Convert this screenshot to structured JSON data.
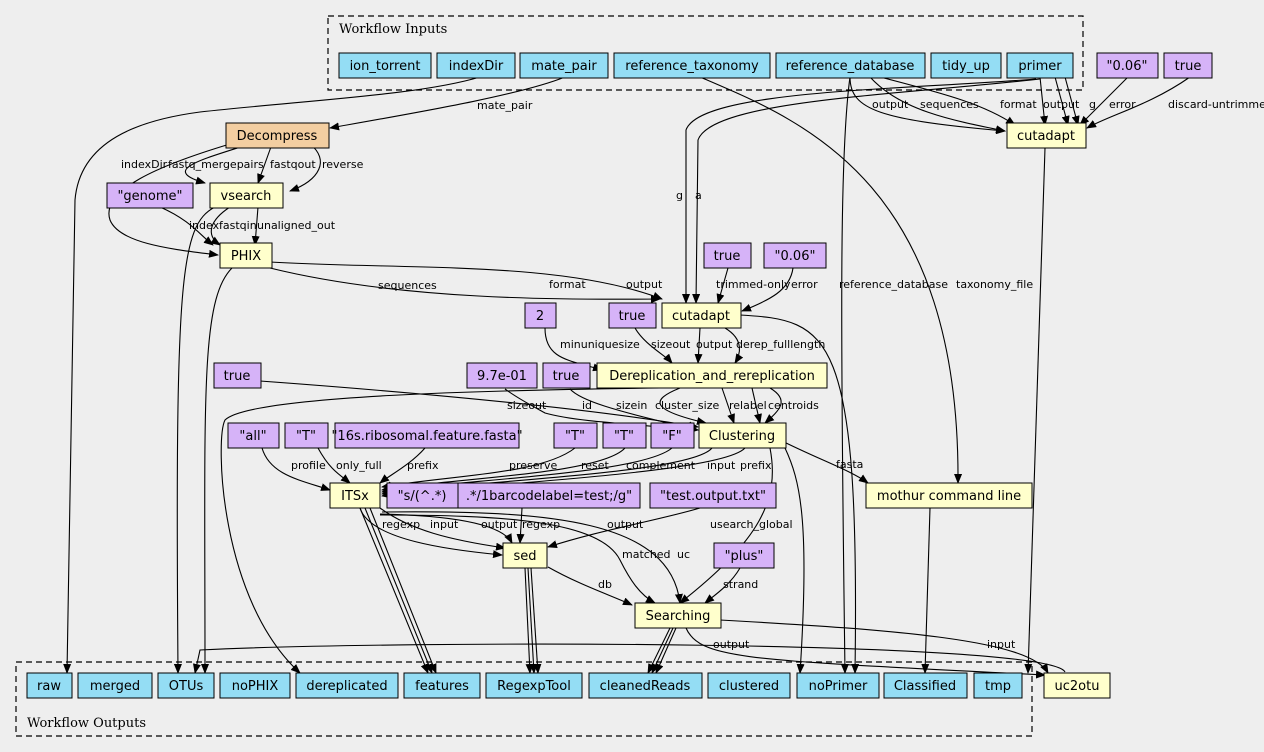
{
  "clusters": {
    "inputs_label": "Workflow Inputs",
    "outputs_label": "Workflow Outputs"
  },
  "colors": {
    "background": "#eeeeee",
    "input": "#94ddf4",
    "output": "#94ddf4",
    "step": "#ffffcc",
    "param": "#d6b3f8",
    "decompress": "#f3cea1"
  },
  "nodes": {
    "ion_torrent": "ion_torrent",
    "indexDir": "indexDir",
    "mate_pair": "mate_pair",
    "reference_taxonomy": "reference_taxonomy",
    "reference_database": "reference_database",
    "tidy_up": "tidy_up",
    "primer": "primer",
    "p_006_top": "\"0.06\"",
    "p_true_top": "true",
    "cutadapt_top": "cutadapt",
    "decompress": "Decompress",
    "vsearch": "vsearch",
    "p_genome": "\"genome\"",
    "phix": "PHIX",
    "p_true_mid": "true",
    "p_006_mid": "\"0.06\"",
    "p_2": "2",
    "p_true_c": "true",
    "cutadapt": "cutadapt",
    "p_true_left": "true",
    "p_97": "9.7e-01",
    "p_true_d": "true",
    "dereplication": "Dereplication_and_rereplication",
    "p_all": "\"all\"",
    "p_T1": "\"T\"",
    "p_16s": "\"16s.ribosomal.feature.fasta\"",
    "p_T2": "\"T\"",
    "p_T3": "\"T\"",
    "p_F": "\"F\"",
    "clustering": "Clustering",
    "itsx": "ITSx",
    "p_regex1": "\"s/(^.*)",
    "p_regex2": ".*/1barcodelabel=test;/g\"",
    "p_testout": "\"test.output.txt\"",
    "mothur": "mothur command line",
    "sed": "sed",
    "p_plus": "\"plus\"",
    "searching": "Searching",
    "uc2otu": "uc2otu",
    "out_raw": "raw",
    "out_merged": "merged",
    "out_otus": "OTUs",
    "out_nophix": "noPHIX",
    "out_dereplicated": "dereplicated",
    "out_features": "features",
    "out_regexptool": "RegexpTool",
    "out_cleanedreads": "cleanedReads",
    "out_clustered": "clustered",
    "out_noprimer": "noPrimer",
    "out_classified": "Classified",
    "out_tmp": "tmp"
  },
  "edge_labels": {
    "mate_pair": "mate_pair",
    "output1": "output",
    "sequences1": "sequences",
    "format1": "format",
    "output2": "output",
    "g1": "g",
    "error1": "error",
    "discard_untrimmed": "discard-untrimmed",
    "indexDir": "indexDir",
    "fastq_mergepairs": "fastq_mergepairs",
    "fastqout": "fastqout",
    "reverse": "reverse",
    "index": "index",
    "fastqin": "fastqin",
    "unaligned_out": "unaligned_out",
    "g2": "g",
    "a": "a",
    "reference_database": "reference_database",
    "taxonomy_file": "taxonomy_file",
    "sequences2": "sequences",
    "format2": "format",
    "output3": "output",
    "trimmed_only": "trimmed-only",
    "error2": "error",
    "minuniquesize": "minuniquesize",
    "sizeout1": "sizeout",
    "output4": "output",
    "derep_fulllength": "derep_fulllength",
    "sizeout2": "sizeout",
    "id": "id",
    "sizein": "sizein",
    "cluster_size": "cluster_size",
    "relabel": "relabel",
    "centroids": "centroids",
    "profile": "profile",
    "only_full": "only_full",
    "prefix1": "prefix",
    "preserve": "preserve",
    "reset": "reset",
    "complement": "complement",
    "input1": "input",
    "prefix2": "prefix",
    "fasta": "fasta",
    "regexp1": "regexp",
    "input2": "input",
    "output5": "output",
    "regexp2": "regexp",
    "output6": "output",
    "usearch_global": "usearch_global",
    "matched": "matched",
    "uc": "uc",
    "db": "db",
    "strand": "strand",
    "output7": "output",
    "input3": "input"
  }
}
